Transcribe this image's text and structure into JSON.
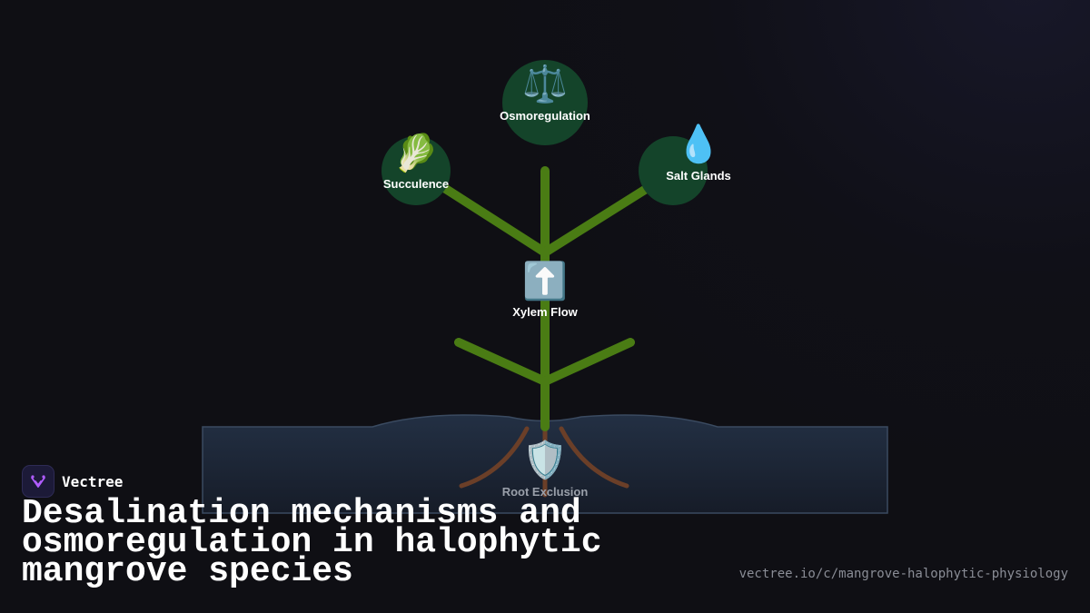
{
  "brand": {
    "name": "Vectree",
    "accent": "#b05cff"
  },
  "title": "Desalination mechanisms and osmoregulation in halophytic mangrove species",
  "url": "vectree.io/c/mangrove-halophytic-physiology",
  "colors": {
    "stem": "#4a7c14",
    "root": "#6b3f28",
    "node_fill": "#14442a",
    "soil": "#1e2a3a",
    "background": "#0f0f14"
  },
  "diagram": {
    "nodes": [
      {
        "id": "osmoregulation",
        "label": "Osmoregulation",
        "icon": "⚖️",
        "icon_name": "balance-scale-icon",
        "has_circle": true
      },
      {
        "id": "succulence",
        "label": "Succulence",
        "icon": "🥬",
        "icon_name": "leafy-green-icon",
        "has_circle": true
      },
      {
        "id": "salt-glands",
        "label": "Salt Glands",
        "icon": "💧",
        "icon_name": "water-droplet-icon",
        "has_circle": true
      },
      {
        "id": "xylem-flow",
        "label": "Xylem Flow",
        "icon": "⬆️",
        "icon_name": "up-arrow-icon",
        "has_circle": false
      },
      {
        "id": "root-exclusion",
        "label": "Root Exclusion",
        "icon": "🛡️",
        "icon_name": "shield-icon",
        "has_circle": false
      }
    ]
  }
}
